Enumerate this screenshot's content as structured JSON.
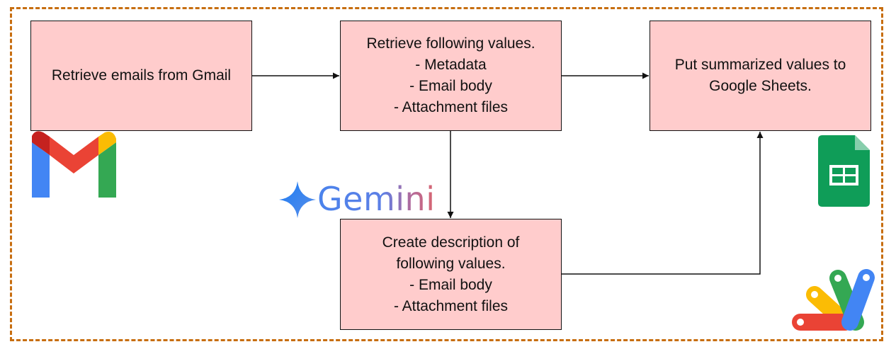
{
  "boxes": {
    "retrieve_emails": {
      "lines": [
        "Retrieve emails from Gmail"
      ]
    },
    "retrieve_values": {
      "lines": [
        "Retrieve following values.",
        "- Metadata",
        "- Email body",
        "- Attachment files"
      ]
    },
    "put_values": {
      "lines": [
        "Put summarized values to",
        "Google Sheets."
      ]
    },
    "create_description": {
      "lines": [
        "Create description of",
        "following values.",
        "- Email body",
        "- Attachment files"
      ]
    }
  },
  "logos": {
    "gemini": "Gemini",
    "gmail_icon": "gmail-icon",
    "sheets_icon": "google-sheets-icon",
    "apps_script_icon": "apps-script-icon"
  },
  "colors": {
    "box_fill": "#ffcccc",
    "frame": "#c76e10"
  }
}
